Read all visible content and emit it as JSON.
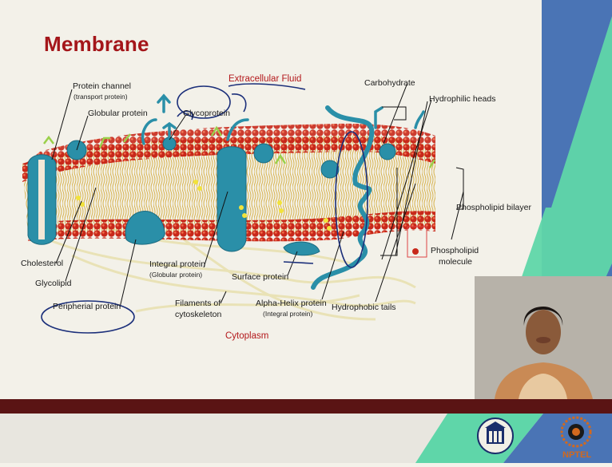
{
  "slide": {
    "title": "Membrane",
    "regions": {
      "extracellular": "Extracellular Fluid",
      "cytoplasm": "Cytoplasm"
    },
    "labels": {
      "protein_channel": "Protein channel",
      "protein_channel_sub": "(transport protein)",
      "globular_protein": "Globular protein",
      "glycoprotein": "Glycoprotein",
      "carbohydrate": "Carbohydrate",
      "hydrophilic_heads": "Hydrophilic heads",
      "phospholipid_bilayer": "Phospholipid bilayer",
      "phospholipid_molecule_1": "Phospholipid",
      "phospholipid_molecule_2": "molecule",
      "cholesterol": "Cholesterol",
      "glycolipid": "Glycolipid",
      "peripheral_protein": "Peripherial protein",
      "integral_protein": "Integral protein",
      "integral_protein_sub": "(Globular protein)",
      "surface_protein": "Surface protein",
      "filaments_1": "Filaments of",
      "filaments_2": "cytoskeleton",
      "alpha_helix": "Alpha-Helix protein",
      "alpha_helix_sub": "(Integral protein)",
      "hydrophobic_tails": "Hydrophobic tails"
    }
  },
  "colors": {
    "title_red": "#a4161a",
    "membrane_head": "#c8281a",
    "protein_teal": "#2a8fa8",
    "side_blue": "#4a74b5",
    "side_green": "#5fd6a9",
    "bottom_bar": "#5a1414",
    "ink_blue": "#1b2f7a"
  },
  "footer": {
    "logos": [
      "iit-kgp-logo",
      "nptel-logo"
    ],
    "nptel_text": "NPTEL"
  }
}
